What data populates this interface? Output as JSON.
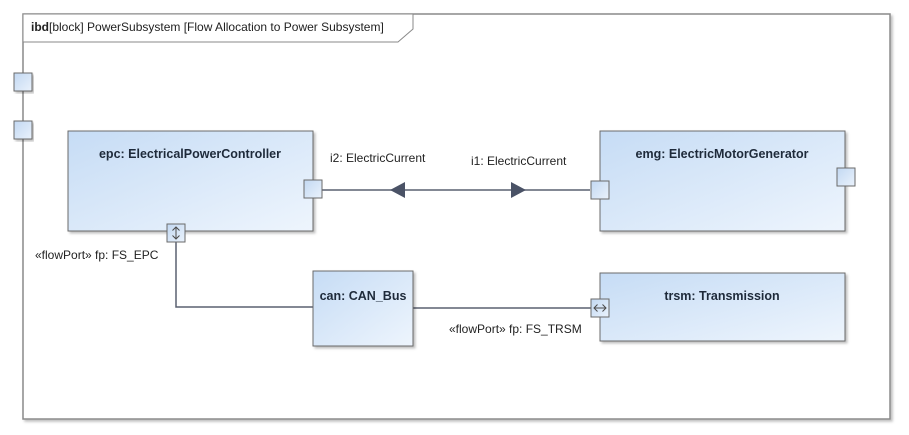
{
  "frame": {
    "keyword": "ibd",
    "title": "[block] PowerSubsystem [Flow Allocation to Power Subsystem]"
  },
  "parts": {
    "epc": {
      "label": "epc: ElectricalPowerController"
    },
    "emg": {
      "label": "emg: ElectricMotorGenerator"
    },
    "can": {
      "label": "can: CAN_Bus"
    },
    "trsm": {
      "label": "trsm: Transmission"
    }
  },
  "ports": {
    "epc_i2": {
      "label": "i2: ElectricCurrent"
    },
    "emg_i1": {
      "label": "i1: ElectricCurrent"
    },
    "epc_fp": {
      "label": "«flowPort» fp: FS_EPC"
    },
    "trsm_fp": {
      "label": "«flowPort» fp: FS_TRSM"
    }
  },
  "colors": {
    "block_fill_start": "#c6dcf5",
    "block_fill_end": "#eef5fd",
    "block_border": "#6a6a6a",
    "connector": "#5a6070",
    "arrow": "#4a5266",
    "frame_border": "#8a8a8a"
  }
}
